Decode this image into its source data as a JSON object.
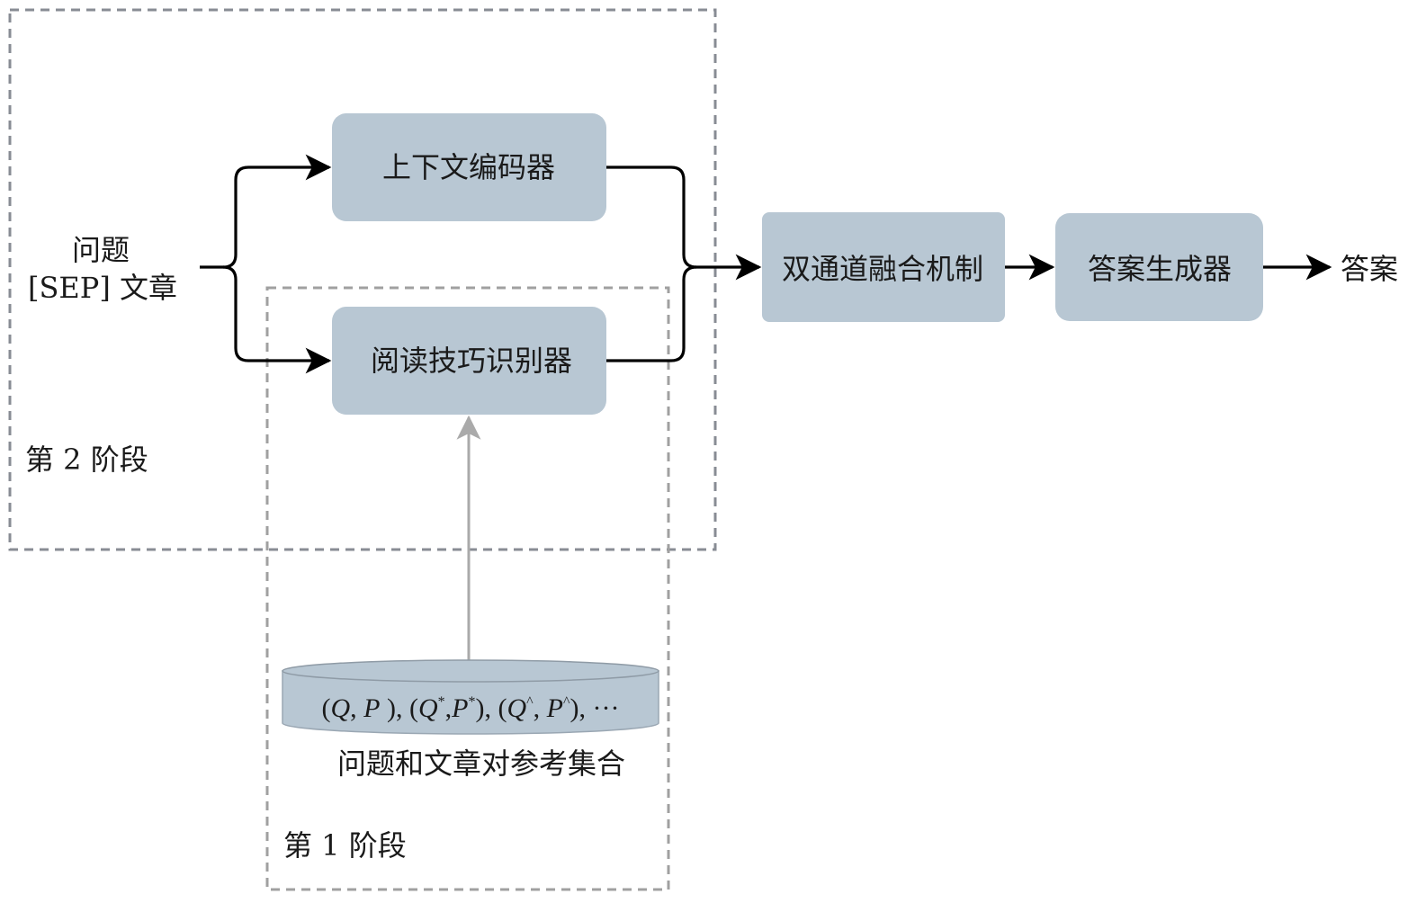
{
  "input": {
    "line1": "问题",
    "line2": "[SEP] 文章"
  },
  "boxes": {
    "context_encoder": "上下文编码器",
    "skill_recognizer": "阅读技巧识别器",
    "fusion": "双通道融合机制",
    "answer_generator": "答案生成器"
  },
  "output": "答案",
  "reference_set": {
    "pairs": {
      "p1_open": "(",
      "p1_q": "Q",
      "p1_sep": ", ",
      "p1_p": "P",
      "p1_close": " ),",
      "p2_open": " (",
      "p2_q": "Q",
      "p2_qsup": "*",
      "p2_sep": ",",
      "p2_p": "P",
      "p2_psup": "*",
      "p2_close": "),",
      "p3_open": " (",
      "p3_q": "Q",
      "p3_qsup": "^",
      "p3_sep": ", ",
      "p3_p": "P",
      "p3_psup": "^",
      "p3_close": "),",
      "ellipsis": " ···"
    },
    "caption": "问题和文章对参考集合"
  },
  "stages": {
    "stage2": "第 2 阶段",
    "stage1": "第 1 阶段"
  },
  "colors": {
    "box_fill": "#b8c7d3",
    "arrow": "#000000",
    "gray_arrow": "#aaaaaa",
    "stage2_border": "#888c94",
    "stage1_border": "#a0a0a0"
  }
}
